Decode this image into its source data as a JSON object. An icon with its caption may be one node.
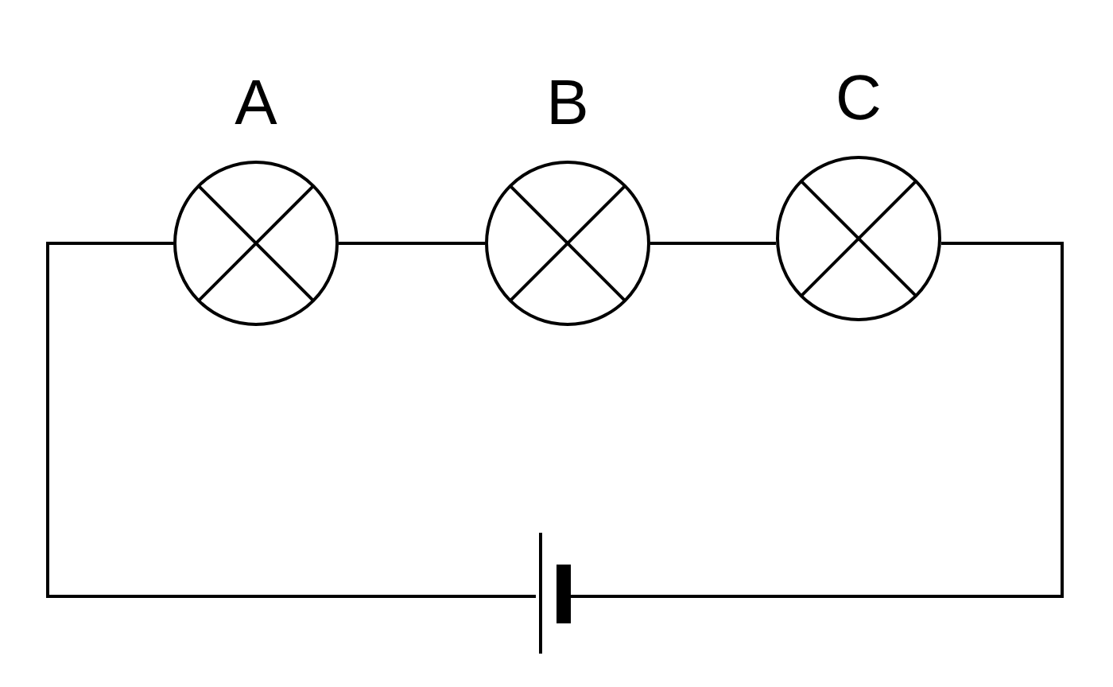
{
  "diagram": {
    "nodes": [
      {
        "text": [
          "A"
        ]
      },
      {
        "text": [
          "B"
        ]
      },
      {
        "text": [
          "C"
        ]
      },
      {
        "text": [],
        "shape": "battery"
      }
    ],
    "edges": [
      {
        "from": 0,
        "to": 1,
        "arrow": "none"
      },
      {
        "from": 1,
        "to": 2,
        "arrow": "none"
      },
      {
        "from": 2,
        "to": 3,
        "arrow": "none"
      },
      {
        "from": 3,
        "to": 0,
        "arrow": "none"
      }
    ]
  }
}
